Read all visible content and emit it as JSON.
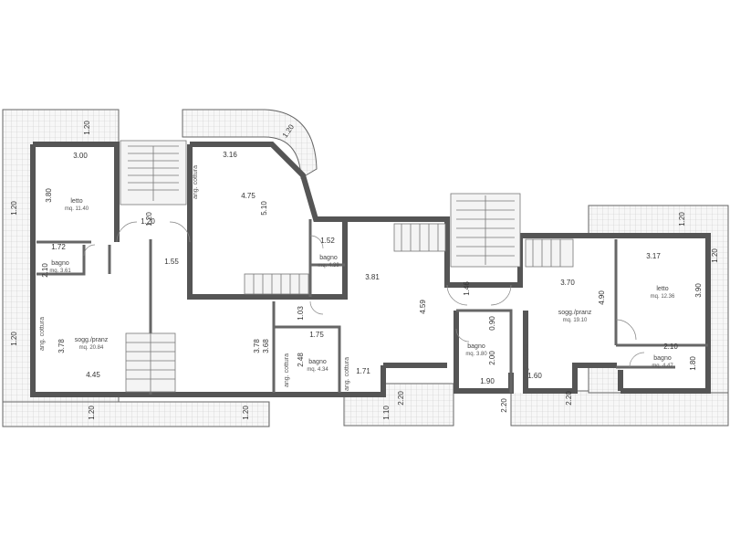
{
  "rooms": {
    "letto_left": {
      "name": "letto",
      "area": "mq. 11.40"
    },
    "bagno_left": {
      "name": "bagno",
      "area": "mq. 3.61"
    },
    "sogg_left": {
      "name": "sogg./pranz",
      "area": "mq. 20.84"
    },
    "bagno_center": {
      "name": "bagno",
      "area": "mq. 4.34"
    },
    "bagno_upper_center": {
      "name": "bagno",
      "area": "mq. 4.39"
    },
    "bagno_mid": {
      "name": "bagno",
      "area": "mq. 3.80"
    },
    "sogg_right": {
      "name": "sogg./pranz",
      "area": "mq. 19.10"
    },
    "letto_right": {
      "name": "letto",
      "area": "mq. 12.36"
    },
    "bagno_right": {
      "name": "bagno",
      "area": "mq. 4.47"
    }
  },
  "vertical_labels": {
    "ang_cottura_1": "ang. cottura",
    "ang_cottura_2": "ang. cottura",
    "ang_cottura_3": "ang. cottura",
    "ang_cottura_4": "ang. cottura"
  },
  "dimensions": {
    "d_1_20_a": "1.20",
    "d_3_00": "3.00",
    "d_3_80": "3.80",
    "d_1_20_b": "1.20",
    "d_1_72": "1.72",
    "d_2_10_a": "2.10",
    "d_1_20_c": "1.20",
    "d_1_55": "1.55",
    "d_3_16": "3.16",
    "d_4_75": "4.75",
    "d_5_10": "5.10",
    "d_1_20_d": "1.20",
    "d_1_52": "1.52",
    "d_3_81": "3.81",
    "d_1_03": "1.03",
    "d_1_75": "1.75",
    "d_2_48": "2.48",
    "d_3_78_a": "3.78",
    "d_3_68": "3.68",
    "d_3_78_b": "3.78",
    "d_4_45": "4.45",
    "d_1_71": "1.71",
    "d_1_20_e": "1.20",
    "d_1_20_f": "1.20",
    "d_1_20_g": "1.20",
    "d_1_20_h": "1.20",
    "d_4_59": "4.59",
    "d_1_46": "1.46",
    "d_0_90": "0.90",
    "d_2_00": "2.00",
    "d_1_90": "1.90",
    "d_1_60": "1.60",
    "d_1_10": "1.10",
    "d_2_20_a": "2.20",
    "d_2_20_b": "2.20",
    "d_2_20_c": "2.20",
    "d_3_70": "3.70",
    "d_4_90": "4.90",
    "d_3_17": "3.17",
    "d_3_90": "3.90",
    "d_1_20_i": "1.20",
    "d_2_10_b": "2.10",
    "d_1_80": "1.80",
    "d_1_20_j": "1.20"
  }
}
